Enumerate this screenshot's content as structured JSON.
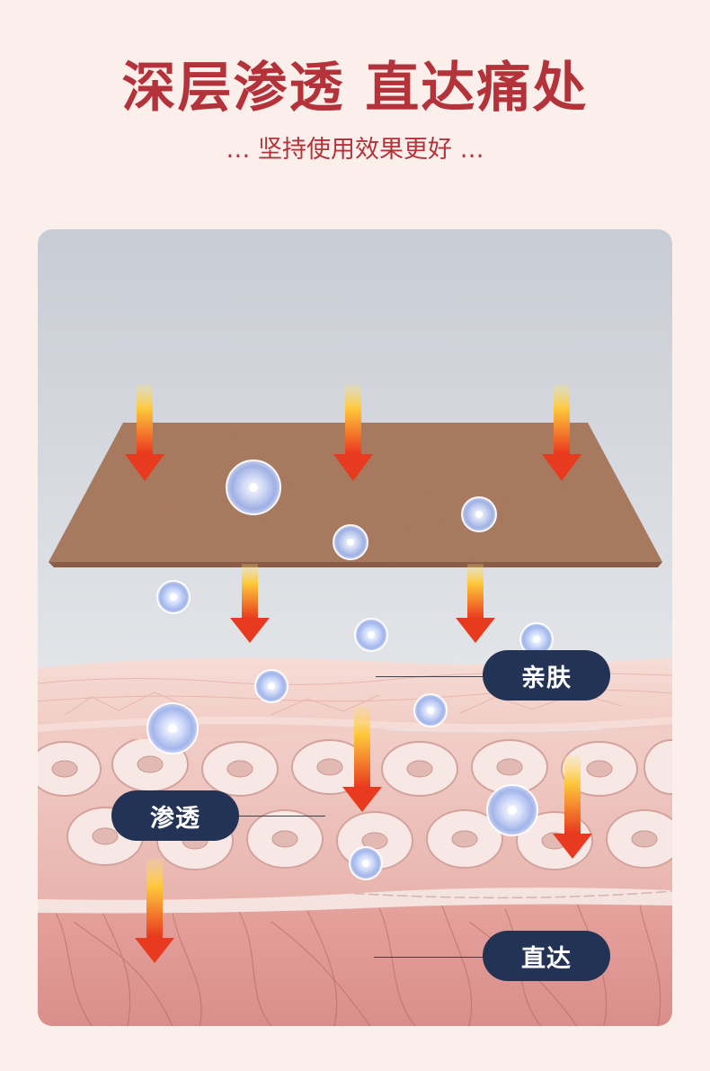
{
  "header": {
    "title": "深层渗透 直达痛处",
    "subtitle": "… 坚持使用效果更好 …"
  },
  "labels": {
    "skin": "亲肤",
    "penetrate": "渗透",
    "reach": "直达"
  },
  "colors": {
    "title": "#b4333a",
    "label_bg": "#233355",
    "patch": "#a57356",
    "arrow_top": "#ffd24a",
    "arrow_bottom": "#e83a1f"
  }
}
